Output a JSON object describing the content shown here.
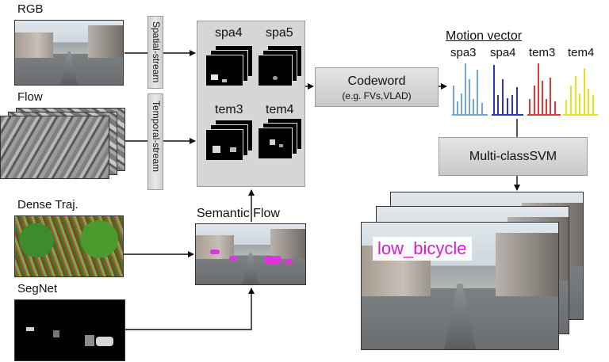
{
  "labels": {
    "rgb": "RGB",
    "flow": "Flow",
    "dense_traj": "Dense Traj.",
    "segnet": "SegNet",
    "semantic_flow": "Semantic Flow",
    "spatial_stream": "Spatial-stream",
    "temporal_stream": "Temporal-stream",
    "spa4": "spa4",
    "spa5": "spa5",
    "tem3": "tem3",
    "tem4": "tem4",
    "codeword_title": "Codeword",
    "codeword_sub": "(e.g. FVs,VLAD)",
    "motion_vector": "Motion vector",
    "mv_spa3": "spa3",
    "mv_spa4": "spa4",
    "mv_tem3": "tem3",
    "mv_tem4": "tem4",
    "svm": "Multi-classSVM",
    "prediction": "low_bicycle"
  },
  "colors": {
    "spa3": "#6fa8d8",
    "spa4": "#2b36c8",
    "tem3": "#e33838",
    "tem4": "#e8e21a",
    "prediction": "#d21fd2",
    "semantic_marks": "#e033e0"
  }
}
